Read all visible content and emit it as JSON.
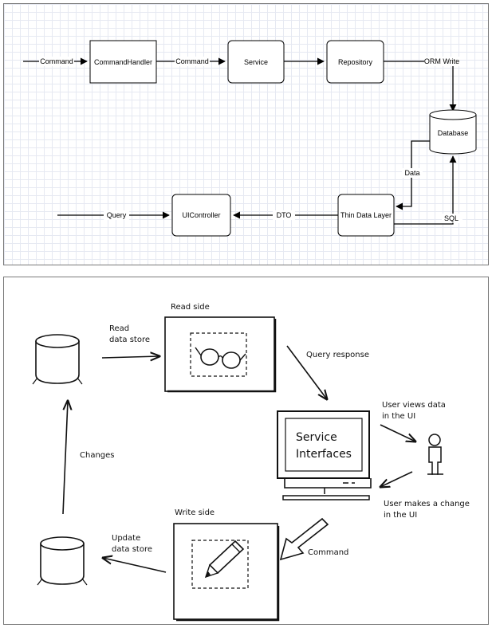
{
  "top_diagram": {
    "nodes": {
      "command_handler": "CommandHandler",
      "service": "Service",
      "repository": "Repository",
      "database": "Database",
      "thin_data_layer": "Thin Data Layer",
      "ui_controller": "UIController"
    },
    "edges": {
      "command_in": "Command",
      "command_out": "Command",
      "orm_write": "ORM Write",
      "data": "Data",
      "sql": "SQL",
      "dto": "DTO",
      "query": "Query"
    }
  },
  "bottom_diagram": {
    "read_side": "Read side",
    "read_data_store": [
      "Read",
      "data store"
    ],
    "query_response": "Query response",
    "service_interfaces": [
      "Service",
      "Interfaces"
    ],
    "user_views": [
      "User views data",
      "in the UI"
    ],
    "user_makes_change": [
      "User makes a change",
      "in the UI"
    ],
    "command": "Command",
    "write_side": "Write side",
    "update_data_store": [
      "Update",
      "data store"
    ],
    "changes": "Changes"
  }
}
